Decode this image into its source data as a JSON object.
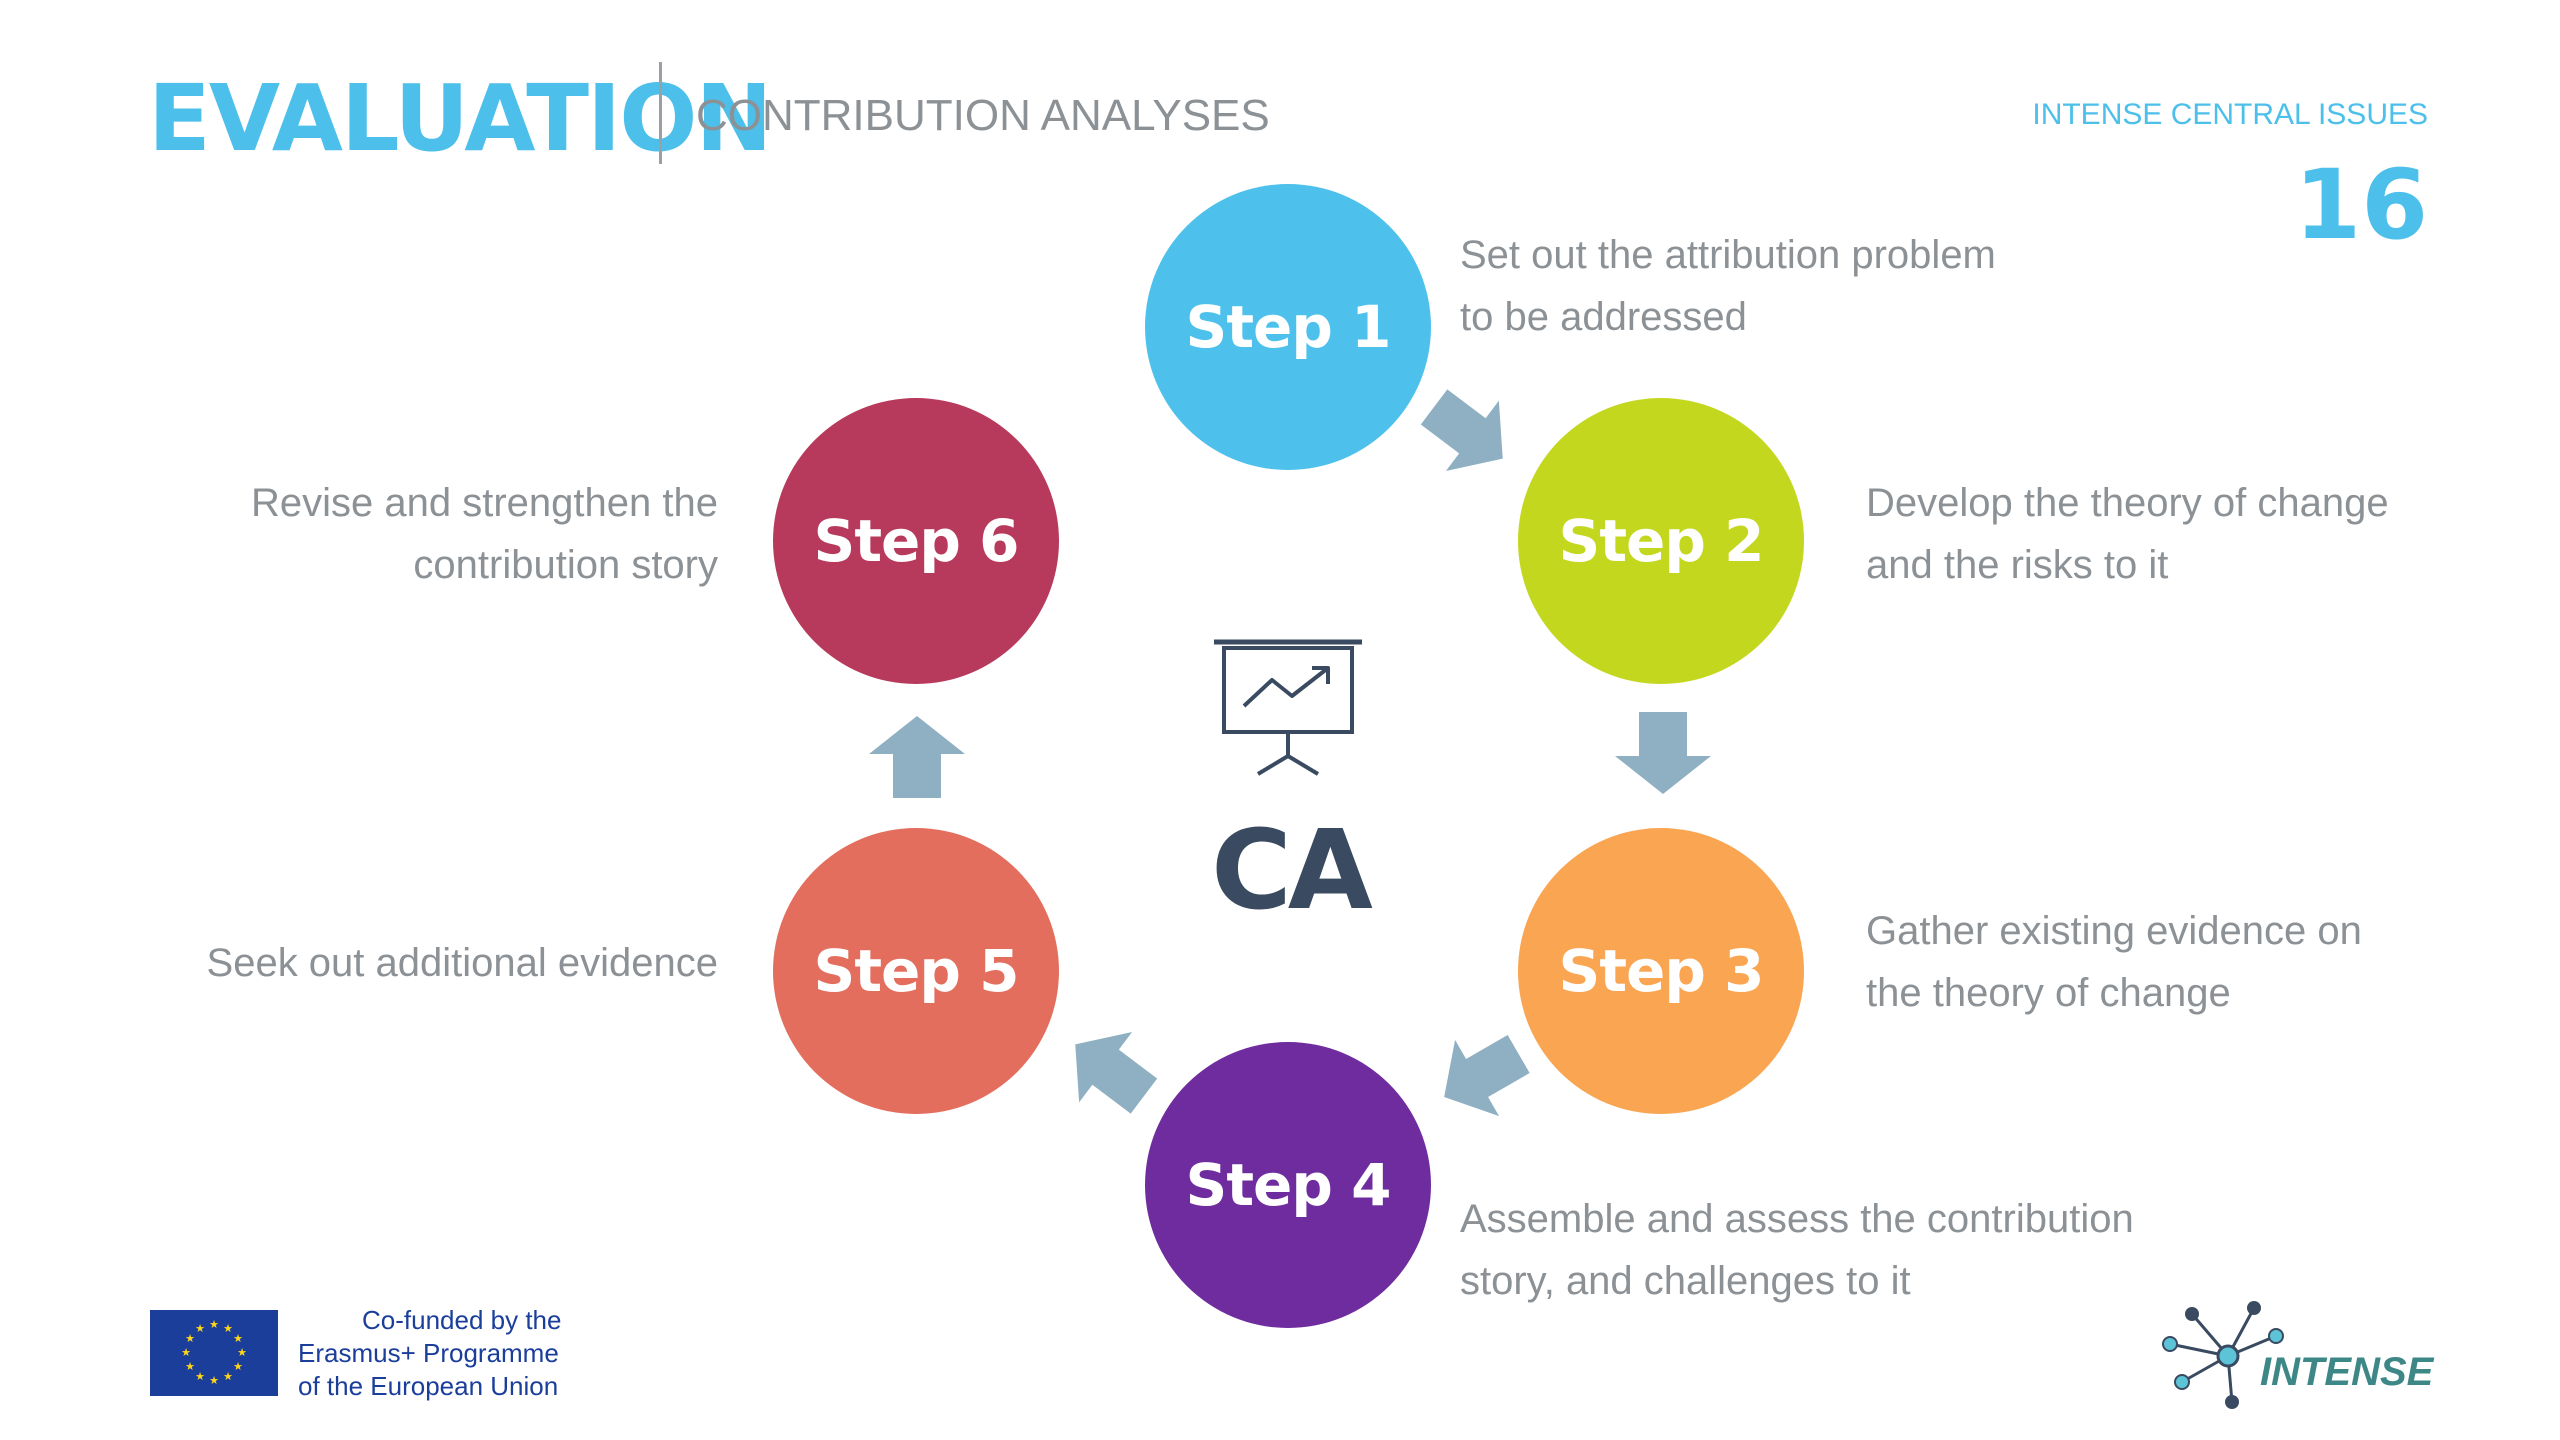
{
  "header": {
    "title": "EVALUATION",
    "subtitle": "CONTRIBUTION ANALYSES",
    "series_label": "INTENSE CENTRAL ISSUES",
    "page_number": "16"
  },
  "diagram": {
    "center_label": "CA",
    "center_icon": "presentation-chart-icon",
    "arrow_color": "#8fb0c2",
    "steps": [
      {
        "label": "Step 1",
        "color": "#4dc1ec",
        "desc_line1": "Set out the attribution problem",
        "desc_line2": "to be addressed"
      },
      {
        "label": "Step 2",
        "color": "#c4d71f",
        "desc_line1": "Develop the theory of change",
        "desc_line2": "and the risks to it"
      },
      {
        "label": "Step 3",
        "color": "#f9a552",
        "desc_line1": "Gather existing evidence on",
        "desc_line2": "the theory of change"
      },
      {
        "label": "Step 4",
        "color": "#6f2c9e",
        "desc_line1": "Assemble and assess the contribution",
        "desc_line2": "story, and challenges to it"
      },
      {
        "label": "Step 5",
        "color": "#e36e5e",
        "desc_line1": "Seek out additional evidence",
        "desc_line2": ""
      },
      {
        "label": "Step 6",
        "color": "#b73a5c",
        "desc_line1": "Revise and strengthen the",
        "desc_line2": "contribution story"
      }
    ]
  },
  "footer": {
    "eu_line1": "Co-funded by the",
    "eu_line2": "Erasmus+ Programme",
    "eu_line3": "of the European Union",
    "logo_text": "INTENSE"
  }
}
